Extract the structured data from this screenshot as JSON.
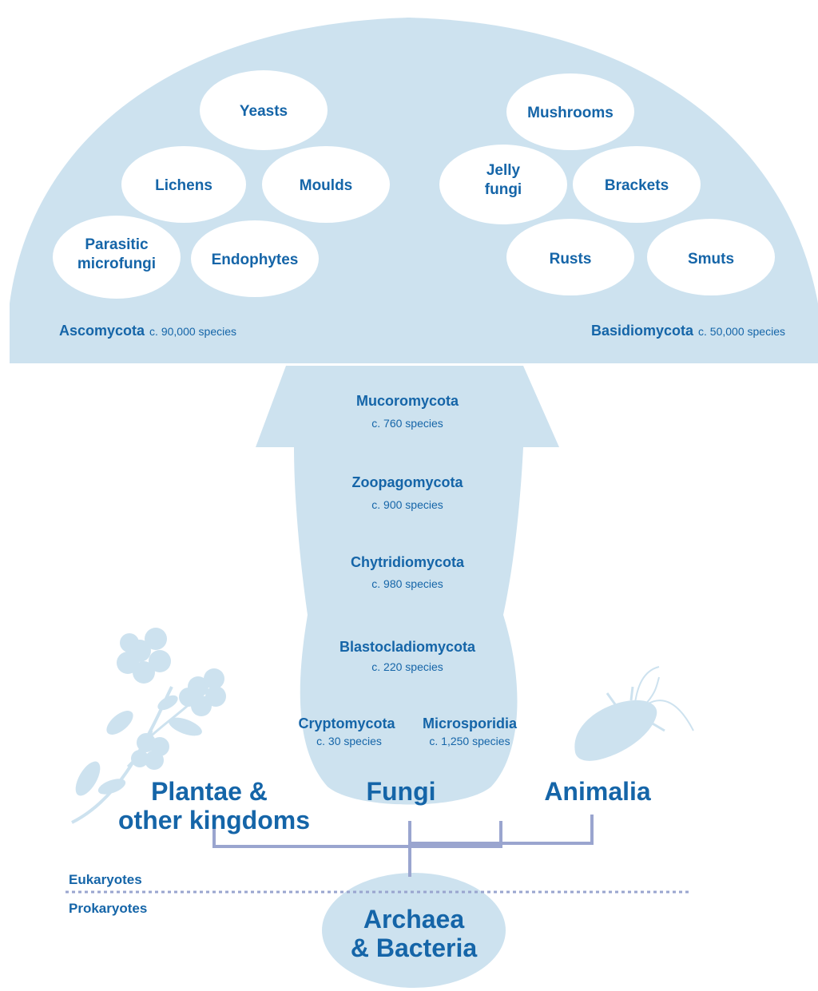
{
  "colors": {
    "accent": "#1565a8",
    "fill": "#cde2ef",
    "line": "#9aa5cf",
    "bubble": "#ffffff"
  },
  "cap": {
    "ascomycota": {
      "name": "Ascomycota",
      "species": "c. 90,000 species"
    },
    "basidiomycota": {
      "name": "Basidiomycota",
      "species": "c. 50,000 species"
    },
    "asco_groups": [
      "Yeasts",
      "Lichens",
      "Moulds",
      "Parasitic microfungi",
      "Endophytes"
    ],
    "basidio_groups": [
      "Mushrooms",
      "Jelly fungi",
      "Brackets",
      "Rusts",
      "Smuts"
    ]
  },
  "stem": [
    {
      "name": "Mucoromycota",
      "species": "c. 760 species"
    },
    {
      "name": "Zoopagomycota",
      "species": "c. 900 species"
    },
    {
      "name": "Chytridiomycota",
      "species": "c. 980 species"
    },
    {
      "name": "Blastocladiomycota",
      "species": "c. 220 species"
    },
    {
      "name": "Cryptomycota",
      "species": "c. 30 species"
    },
    {
      "name": "Microsporidia",
      "species": "c. 1,250 species"
    }
  ],
  "kingdoms": {
    "plantae": [
      "Plantae &",
      "other kingdoms"
    ],
    "fungi": "Fungi",
    "animalia": "Animalia",
    "archaea": [
      "Archaea",
      "& Bacteria"
    ]
  },
  "divider": {
    "upper": "Eukaryotes",
    "lower": "Prokaryotes"
  },
  "icons": [
    "flower-icon",
    "beetle-icon"
  ]
}
